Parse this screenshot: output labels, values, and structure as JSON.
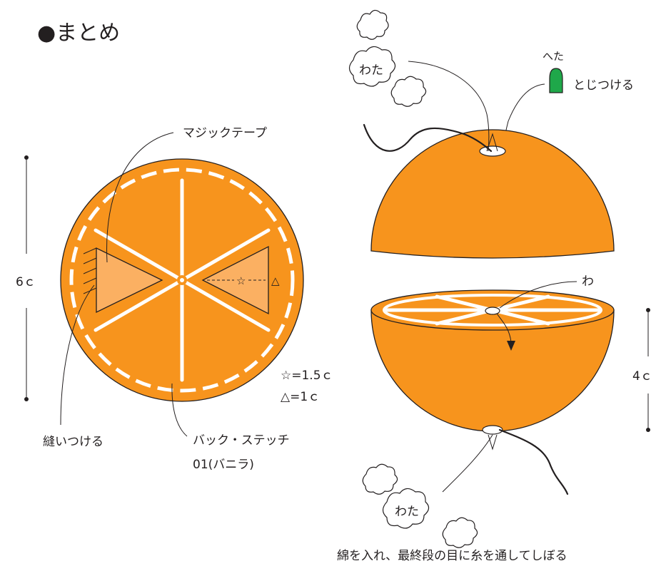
{
  "title": "●まとめ",
  "left_orange": {
    "height_label": "6ｃ",
    "magic_tape_label": "マジックテープ",
    "sew_on_label": "縫いつける",
    "back_stitch_label": "バック・ステッチ",
    "back_stitch_color_label": "01(バニラ)",
    "star_symbol": "☆",
    "triangle_symbol": "△",
    "legend_star": "☆=1.5ｃ",
    "legend_triangle": "△=1ｃ"
  },
  "right_orange": {
    "height_label": "4ｃ",
    "stem_label": "へた",
    "attach_label": "とじつける",
    "stuffing_label_top": "わた",
    "stuffing_label_bottom": "わた",
    "ring_label": "わ",
    "instruction": "綿を入れ、最終段の目に糸を通してしぼる"
  },
  "colors": {
    "orange": "#f7941d",
    "light_orange": "#fbb062",
    "pith": "#ffffff",
    "stem_green": "#1fa84a",
    "ink": "#231f20"
  }
}
